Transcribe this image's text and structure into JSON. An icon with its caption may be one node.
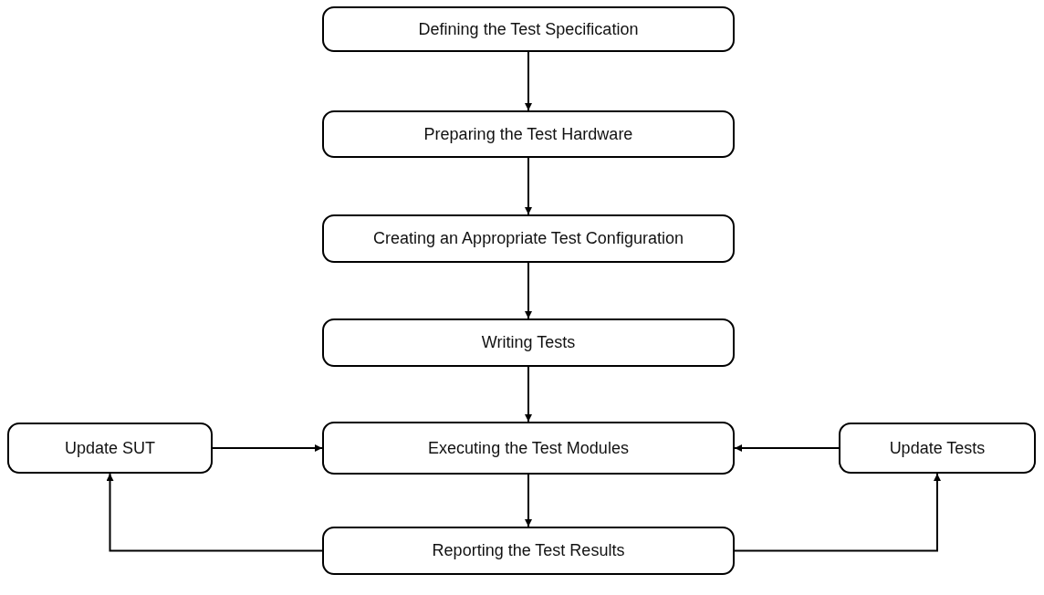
{
  "diagram": {
    "nodes": [
      {
        "text": [
          "Defining the Test Specification"
        ]
      },
      {
        "text": [
          "Preparing the Test Hardware"
        ]
      },
      {
        "text": [
          "Creating an Appropriate Test Configuration"
        ]
      },
      {
        "text": [
          "Writing Tests"
        ]
      },
      {
        "text": [
          "Update SUT"
        ]
      },
      {
        "text": [
          "Executing the Test Modules"
        ]
      },
      {
        "text": [
          "Update Tests"
        ]
      },
      {
        "text": [
          "Reporting the Test Results"
        ]
      }
    ],
    "edges": [
      {
        "from": 0,
        "to": 1,
        "arrow": "to"
      },
      {
        "from": 1,
        "to": 2,
        "arrow": "to"
      },
      {
        "from": 2,
        "to": 3,
        "arrow": "to"
      },
      {
        "from": 3,
        "to": 5,
        "arrow": "to"
      },
      {
        "from": 4,
        "to": 5,
        "arrow": "to"
      },
      {
        "from": 6,
        "to": 5,
        "arrow": "to"
      },
      {
        "from": 5,
        "to": 7,
        "arrow": "to"
      },
      {
        "from": 7,
        "to": 4,
        "arrow": "to"
      },
      {
        "from": 7,
        "to": 6,
        "arrow": "to"
      }
    ]
  }
}
